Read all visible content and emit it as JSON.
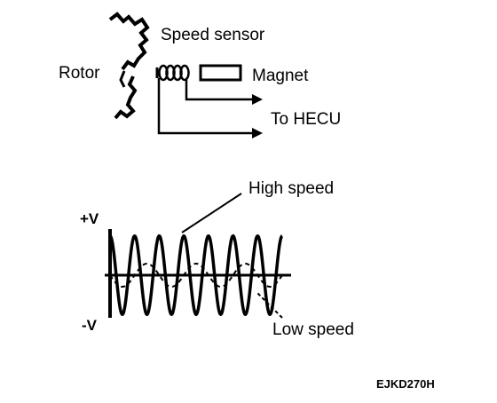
{
  "labels": {
    "rotor": "Rotor",
    "speed_sensor": "Speed sensor",
    "magnet": "Magnet",
    "to_hecu": "To HECU",
    "high_speed": "High speed",
    "low_speed": "Low speed",
    "plus_v": "+V",
    "minus_v": "-V",
    "figure_code": "EJKD270H"
  },
  "waveforms": {
    "high_speed": {
      "cycles": 7,
      "amplitude": 0.85
    },
    "low_speed": {
      "cycles": 3.5,
      "amplitude": 0.25
    }
  }
}
